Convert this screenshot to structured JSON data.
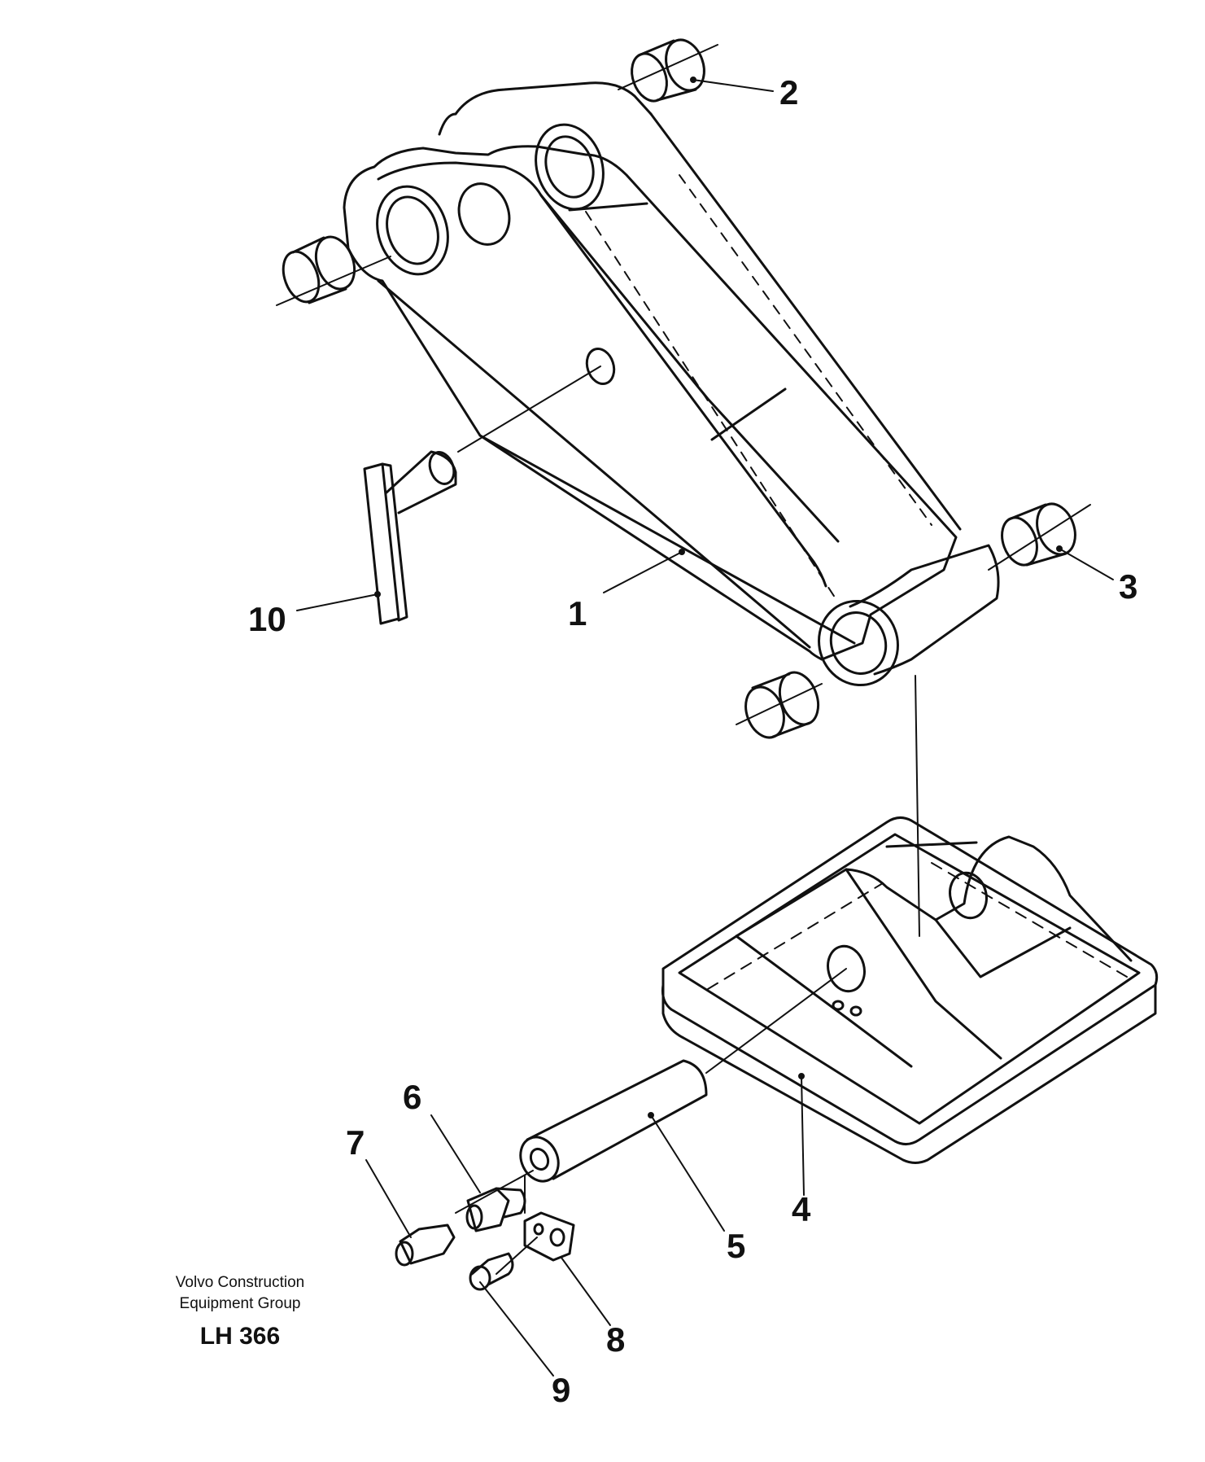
{
  "callouts": {
    "c1": "1",
    "c2": "2",
    "c3": "3",
    "c4": "4",
    "c5": "5",
    "c6": "6",
    "c7": "7",
    "c8": "8",
    "c9": "9",
    "c10": "10"
  },
  "footer": {
    "company_line1": "Volvo Construction",
    "company_line2": "Equipment Group",
    "drawing_code": "LH 366"
  },
  "colors": {
    "ink": "#111111",
    "paper": "#ffffff"
  }
}
